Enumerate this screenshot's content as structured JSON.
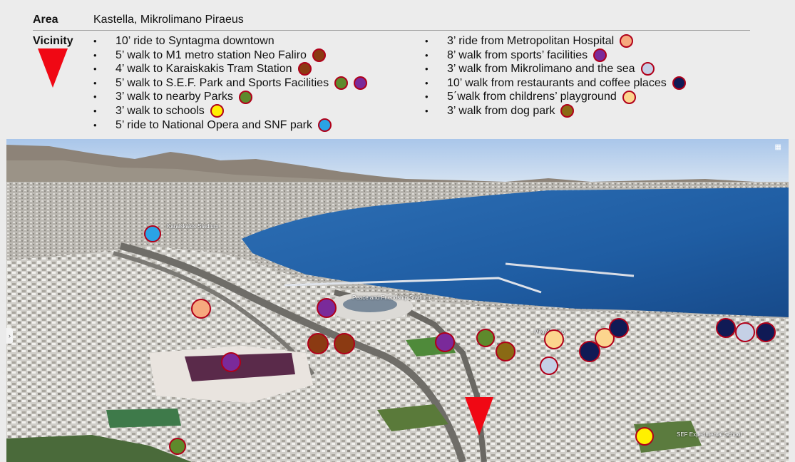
{
  "area": {
    "label": "Area",
    "value": "Kastella, Mikrolimano Piraeus"
  },
  "vicinity": {
    "label": "Vicinity"
  },
  "colors": {
    "brown": "#8b3a12",
    "green": "#5e8a2c",
    "purple": "#7a2a9a",
    "yellow": "#fff000",
    "blue": "#2aa3e6",
    "salmon": "#f6a97e",
    "lightblue": "#c5d0e6",
    "navy": "#101a55",
    "cream": "#fcd58e",
    "olive": "#8a6a14",
    "marker": "#f00814",
    "border": "#b0001a"
  },
  "left_items": [
    {
      "text": "10’ ride to Syntagma downtown",
      "dots": []
    },
    {
      "text": "5’ walk to M1 metro station Neo Faliro",
      "dots": [
        "brown"
      ]
    },
    {
      "text": "4’ walk to Karaiskakis Tram Station",
      "dots": [
        "brown"
      ]
    },
    {
      "text": "5’ walk to S.E.F. Park and Sports Facilities",
      "dots": [
        "green",
        "purple"
      ]
    },
    {
      "text": "3’ walk to nearby Parks",
      "dots": [
        "green"
      ]
    },
    {
      "text": "3’ walk to schools",
      "dots": [
        "yellow"
      ]
    },
    {
      "text": "5’ ride to National Opera and SNF park",
      "dots": [
        "blue"
      ]
    }
  ],
  "right_items": [
    {
      "text": "3’ ride from Metropolitan Hospital",
      "dots": [
        "salmon"
      ]
    },
    {
      "text": "8’ walk from sports’ facilities",
      "dots": [
        "purple"
      ]
    },
    {
      "text": "3’ walk from Mikrolimano and the sea",
      "dots": [
        "lightblue"
      ]
    },
    {
      "text": "10’ walk from restaurants and coffee places",
      "dots": [
        "navy"
      ]
    },
    {
      "text": "5΄walk from childrens’ playground",
      "dots": [
        "cream"
      ]
    },
    {
      "text": "3’ walk from dog park",
      "dots": [
        "olive"
      ]
    }
  ],
  "map": {
    "labels": [
      "Karaiskakis Stadium",
      "Peace and Friendship Stadium",
      "Mikrolimano",
      "SEF Experimental School"
    ],
    "dots": [
      {
        "color": "blue",
        "label": "National Opera and SNF park"
      },
      {
        "color": "salmon",
        "label": "Metropolitan Hospital"
      },
      {
        "color": "purple",
        "label": "sports facilities"
      },
      {
        "color": "purple",
        "label": "sports facilities"
      },
      {
        "color": "purple",
        "label": "sports facilities"
      },
      {
        "color": "brown",
        "label": "metro station"
      },
      {
        "color": "brown",
        "label": "tram station"
      },
      {
        "color": "green",
        "label": "park"
      },
      {
        "color": "olive",
        "label": "dog park"
      },
      {
        "color": "cream",
        "label": "playground"
      },
      {
        "color": "cream",
        "label": "playground"
      },
      {
        "color": "lightblue",
        "label": "Mikrolimano"
      },
      {
        "color": "lightblue",
        "label": "Mikrolimano"
      },
      {
        "color": "navy",
        "label": "restaurants"
      },
      {
        "color": "navy",
        "label": "restaurants"
      },
      {
        "color": "navy",
        "label": "restaurants"
      },
      {
        "color": "navy",
        "label": "restaurants"
      },
      {
        "color": "yellow",
        "label": "school"
      },
      {
        "color": "green",
        "label": "park"
      }
    ]
  }
}
